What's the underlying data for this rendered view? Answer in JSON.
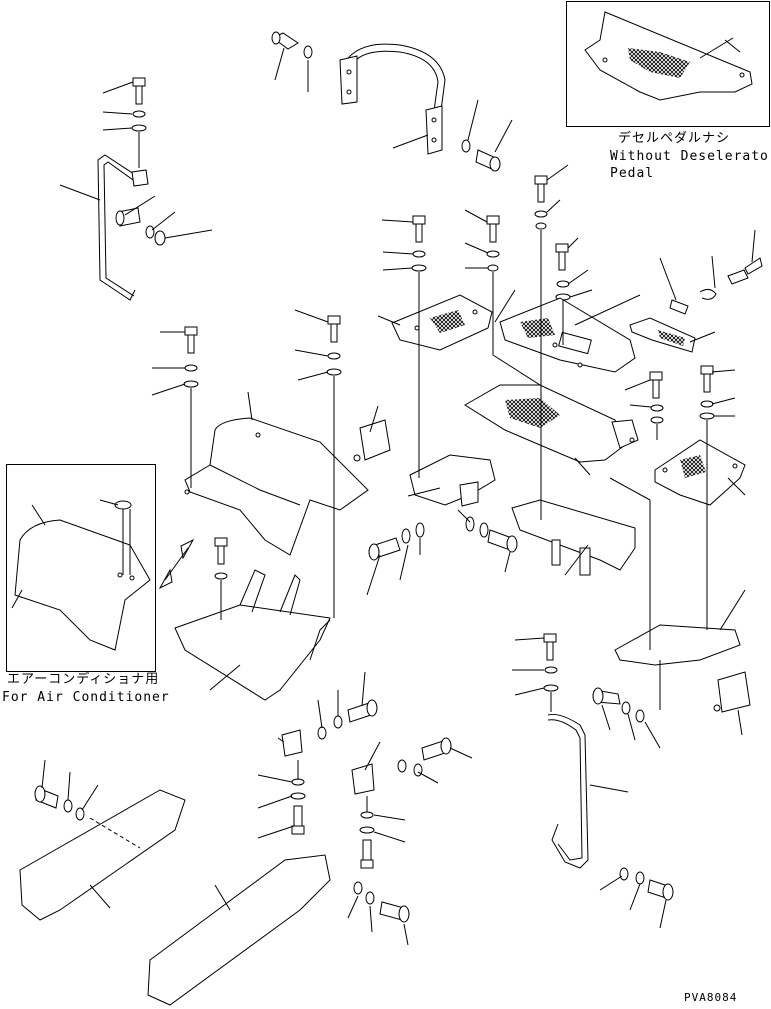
{
  "insets": {
    "deselerator": {
      "label_jp": "デセルペダルナシ",
      "label_en_1": "Without Deselerator",
      "label_en_2": "Pedal"
    },
    "air_conditioner": {
      "label_jp": "エアーコンディショナ用",
      "label_en": "For Air Conditioner"
    }
  },
  "drawing_code": "PVA8084"
}
